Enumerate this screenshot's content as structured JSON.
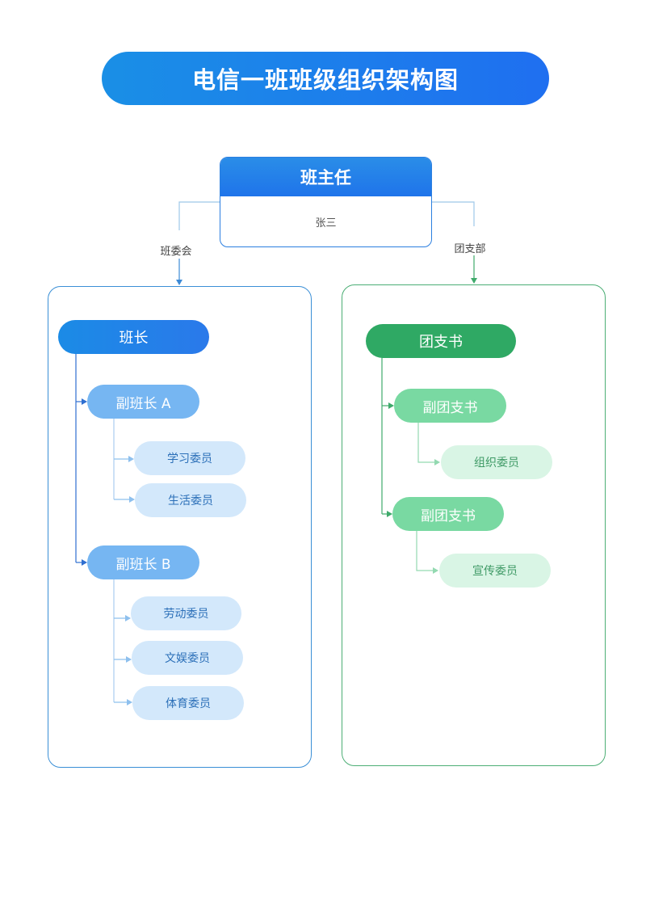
{
  "title": "电信一班班级组织架构图",
  "head": {
    "role": "班主任",
    "name": "张三"
  },
  "branches": {
    "left_label": "班委会",
    "right_label": "团支部"
  },
  "left_tree": {
    "root": "班长",
    "groups": [
      {
        "label": "副班长 A",
        "children": [
          "学习委员",
          "生活委员"
        ]
      },
      {
        "label": "副班长 B",
        "children": [
          "劳动委员",
          "文娱委员",
          "体育委员"
        ]
      }
    ]
  },
  "right_tree": {
    "root": "团支书",
    "groups": [
      {
        "label": "副团支书",
        "children": [
          "组织委员"
        ]
      },
      {
        "label": "副团支书",
        "children": [
          "宣传委员"
        ]
      }
    ]
  },
  "colors": {
    "blue_primary": "#1f74ea",
    "blue_line": "#2f6fd0",
    "blue_light_line": "#a9cdef",
    "green_primary": "#2fa964",
    "green_line": "#3faa6b",
    "green_light_line": "#a8e0c0"
  }
}
